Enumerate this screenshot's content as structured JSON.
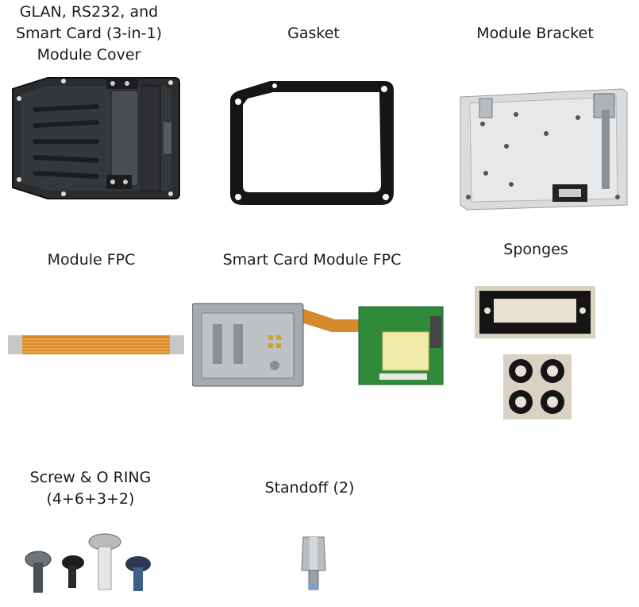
{
  "parts": [
    {
      "id": "cover",
      "label_lines": [
        "GLAN, RS232, and",
        "Smart Card (3-in-1)",
        "Module Cover"
      ]
    },
    {
      "id": "gasket",
      "label_lines": [
        "Gasket"
      ]
    },
    {
      "id": "bracket",
      "label_lines": [
        "Module Bracket"
      ]
    },
    {
      "id": "module_fpc",
      "label_lines": [
        "Module FPC"
      ]
    },
    {
      "id": "smartcard_fpc",
      "label_lines": [
        "Smart Card Module FPC"
      ]
    },
    {
      "id": "sponges",
      "label_lines": [
        "Sponges"
      ]
    },
    {
      "id": "screws",
      "label_lines": [
        "Screw & O RING",
        "(4+6+3+2)"
      ]
    },
    {
      "id": "standoff",
      "label_lines": [
        "Standoff (2)"
      ]
    }
  ]
}
